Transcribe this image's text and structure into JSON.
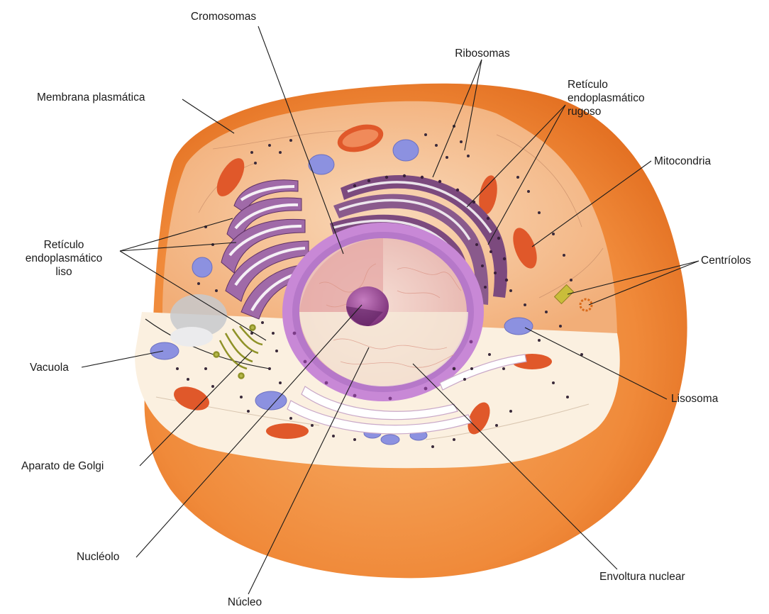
{
  "labels": {
    "cromosomas": "Cromosomas",
    "ribosomas": "Ribosomas",
    "membrana_plasmatica": "Membrana plasmática",
    "reticulo_rugoso": [
      "Retículo",
      "endoplasmático",
      "rugoso"
    ],
    "mitocondria": "Mitocondria",
    "reticulo_liso": [
      "Retículo",
      "endoplasmático",
      "liso"
    ],
    "centriolos": "Centríolos",
    "vacuola": "Vacuola",
    "lisosoma": "Lisosoma",
    "aparato_golgi": "Aparato de Golgi",
    "nucleolo": "Nucléolo",
    "envoltura_nuclear": "Envoltura nuclear",
    "nucleo": "Núcleo"
  },
  "colors": {
    "cytoplasm_outer": "#f08a3a",
    "cytoplasm_inner": "#f6c79a",
    "cut_plane": "#fbf0e0",
    "nucleus_envelope": "#b678c9",
    "nucleoplasm": "#f2cfc8",
    "nucleolus": "#8a3f86",
    "er_rough": "#7c4a7e",
    "er_smooth": "#a06aa8",
    "mitochondria": "#e0582a",
    "lysosome": "#8c91e0",
    "golgi": "#b5b84a",
    "vacuole": "#c7c9cc"
  }
}
